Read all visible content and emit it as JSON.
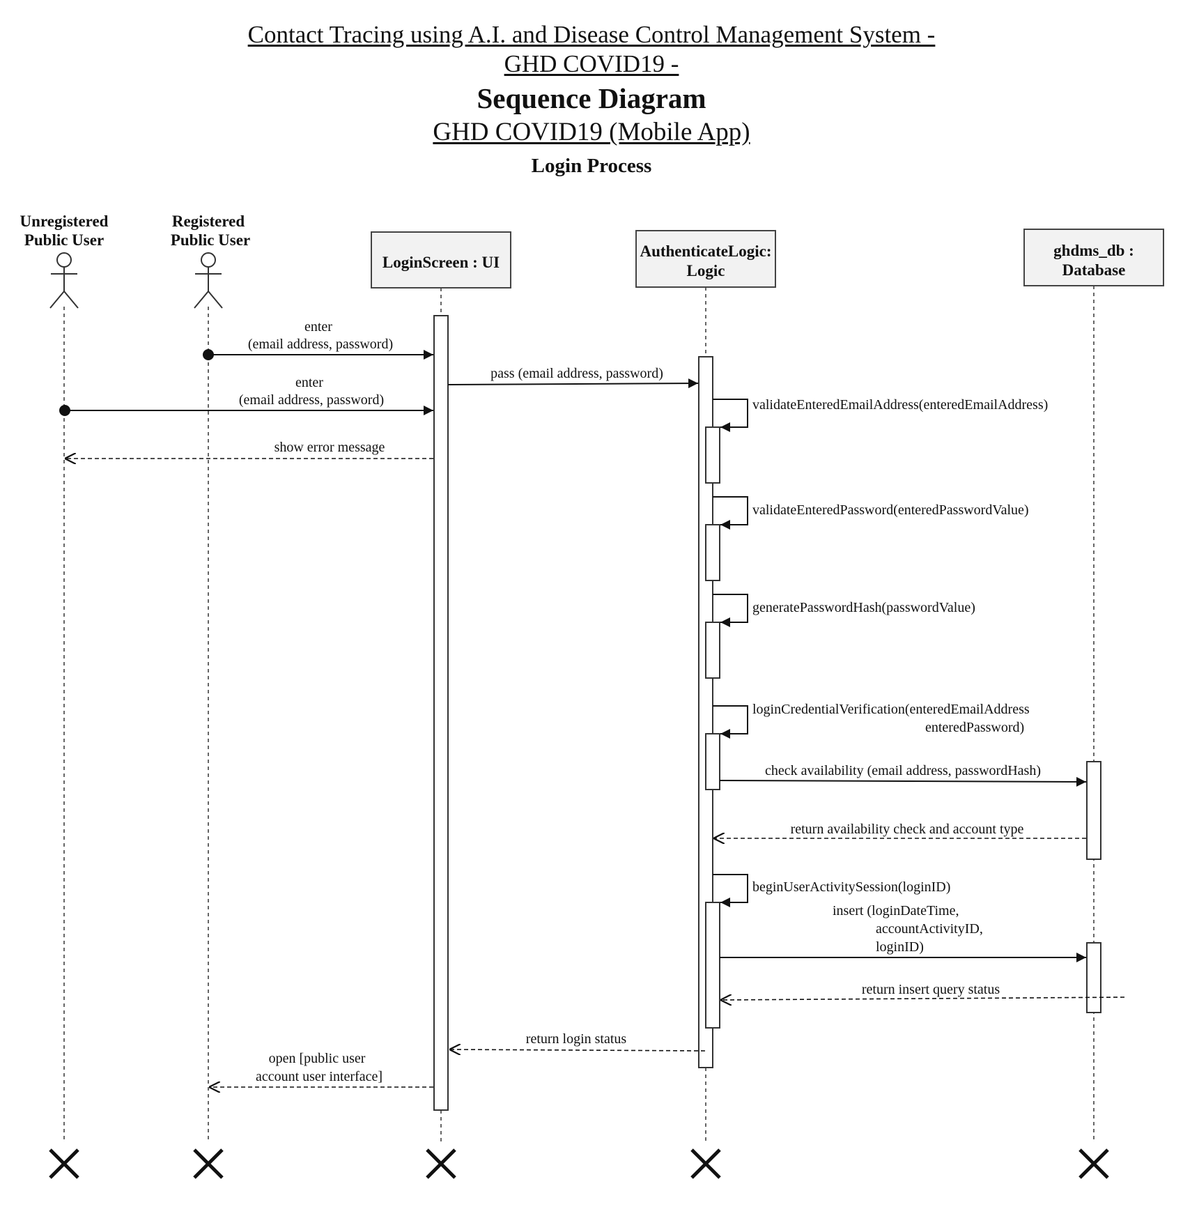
{
  "header": {
    "title_line1": "Contact Tracing using A.I. and Disease Control Management System -",
    "title_line2": "GHD COVID19 -",
    "diagram_type": "Sequence Diagram",
    "subtitle": "GHD COVID19 (Mobile App)",
    "process": "Login Process"
  },
  "participants": [
    {
      "id": "unregistered",
      "kind": "actor",
      "label": [
        "Unregistered",
        "Public User"
      ]
    },
    {
      "id": "registered",
      "kind": "actor",
      "label": [
        "Registered",
        "Public User"
      ]
    },
    {
      "id": "loginscreen",
      "kind": "object",
      "label": [
        "LoginScreen : UI"
      ]
    },
    {
      "id": "authlogic",
      "kind": "object",
      "label": [
        "AuthenticateLogic:",
        "Logic"
      ]
    },
    {
      "id": "ghdmsdb",
      "kind": "object",
      "label": [
        "ghdms_db :",
        "Database"
      ]
    }
  ],
  "messages": [
    {
      "from": "registered",
      "to": "loginscreen",
      "type": "found",
      "label": [
        "enter",
        "(email address, password)"
      ]
    },
    {
      "from": "loginscreen",
      "to": "authlogic",
      "type": "sync",
      "label": [
        "pass (email address, password)"
      ]
    },
    {
      "from": "unregistered",
      "to": "loginscreen",
      "type": "found",
      "label": [
        "enter",
        "(email address, password)"
      ]
    },
    {
      "from": "authlogic",
      "to": "authlogic",
      "type": "self",
      "label": [
        "validateEnteredEmailAddress(enteredEmailAddress)"
      ]
    },
    {
      "from": "loginscreen",
      "to": "unregistered",
      "type": "reply",
      "label": [
        "show error message"
      ]
    },
    {
      "from": "authlogic",
      "to": "authlogic",
      "type": "self",
      "label": [
        "validateEnteredPassword(enteredPasswordValue)"
      ]
    },
    {
      "from": "authlogic",
      "to": "authlogic",
      "type": "self",
      "label": [
        "generatePasswordHash(passwordValue)"
      ]
    },
    {
      "from": "authlogic",
      "to": "authlogic",
      "type": "self",
      "label": [
        "loginCredentialVerification(enteredEmailAddress",
        "enteredPassword)"
      ]
    },
    {
      "from": "authlogic",
      "to": "ghdmsdb",
      "type": "sync",
      "label": [
        "check availability (email address, passwordHash)"
      ]
    },
    {
      "from": "ghdmsdb",
      "to": "authlogic",
      "type": "reply",
      "label": [
        "return availability check and account type"
      ]
    },
    {
      "from": "authlogic",
      "to": "authlogic",
      "type": "self",
      "label": [
        "beginUserActivitySession(loginID)"
      ]
    },
    {
      "from": "authlogic",
      "to": "ghdmsdb",
      "type": "sync",
      "label": [
        "insert (loginDateTime,",
        "accountActivityID,",
        "loginID)"
      ]
    },
    {
      "from": "ghdmsdb",
      "to": "authlogic",
      "type": "reply",
      "label": [
        "return insert query status"
      ]
    },
    {
      "from": "authlogic",
      "to": "loginscreen",
      "type": "reply",
      "label": [
        "return login status"
      ]
    },
    {
      "from": "loginscreen",
      "to": "registered",
      "type": "reply",
      "label": [
        "open [public user",
        "account user interface]"
      ]
    }
  ]
}
